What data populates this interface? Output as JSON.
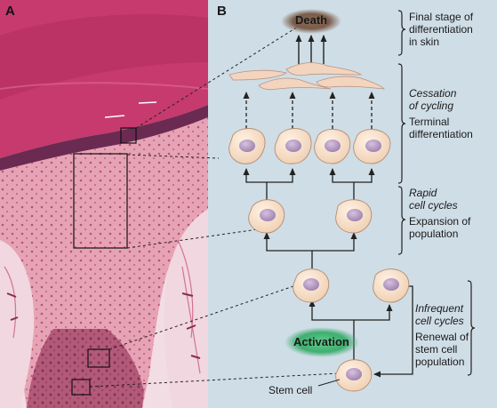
{
  "panels": {
    "a_label": "A",
    "b_label": "B"
  },
  "nodes": {
    "death": "Death",
    "activation": "Activation",
    "stem_cell": "Stem cell"
  },
  "annotations": {
    "final_stage": [
      "Final stage of",
      "differentiation",
      "in skin"
    ],
    "cessation": [
      "Cessation",
      "of cycling"
    ],
    "terminal": [
      "Terminal",
      "differentiation"
    ],
    "rapid": [
      "Rapid",
      "cell cycles"
    ],
    "expansion": [
      "Expansion of",
      "population"
    ],
    "infrequent": [
      "Infrequent",
      "cell cycles"
    ],
    "renewal": [
      "Renewal of",
      "stem cell",
      "population"
    ]
  },
  "colors": {
    "panel_b_bg": "#cfdde6",
    "cell_fill": "#f5dcc4",
    "nucleus": "#b49ac0",
    "death_glow": "#6e5040",
    "activation_glow": "#3aa56c",
    "stratum_corneum": "#c2386a",
    "epidermis": "#e9a5b8",
    "dermis": "#f0d2dc"
  }
}
